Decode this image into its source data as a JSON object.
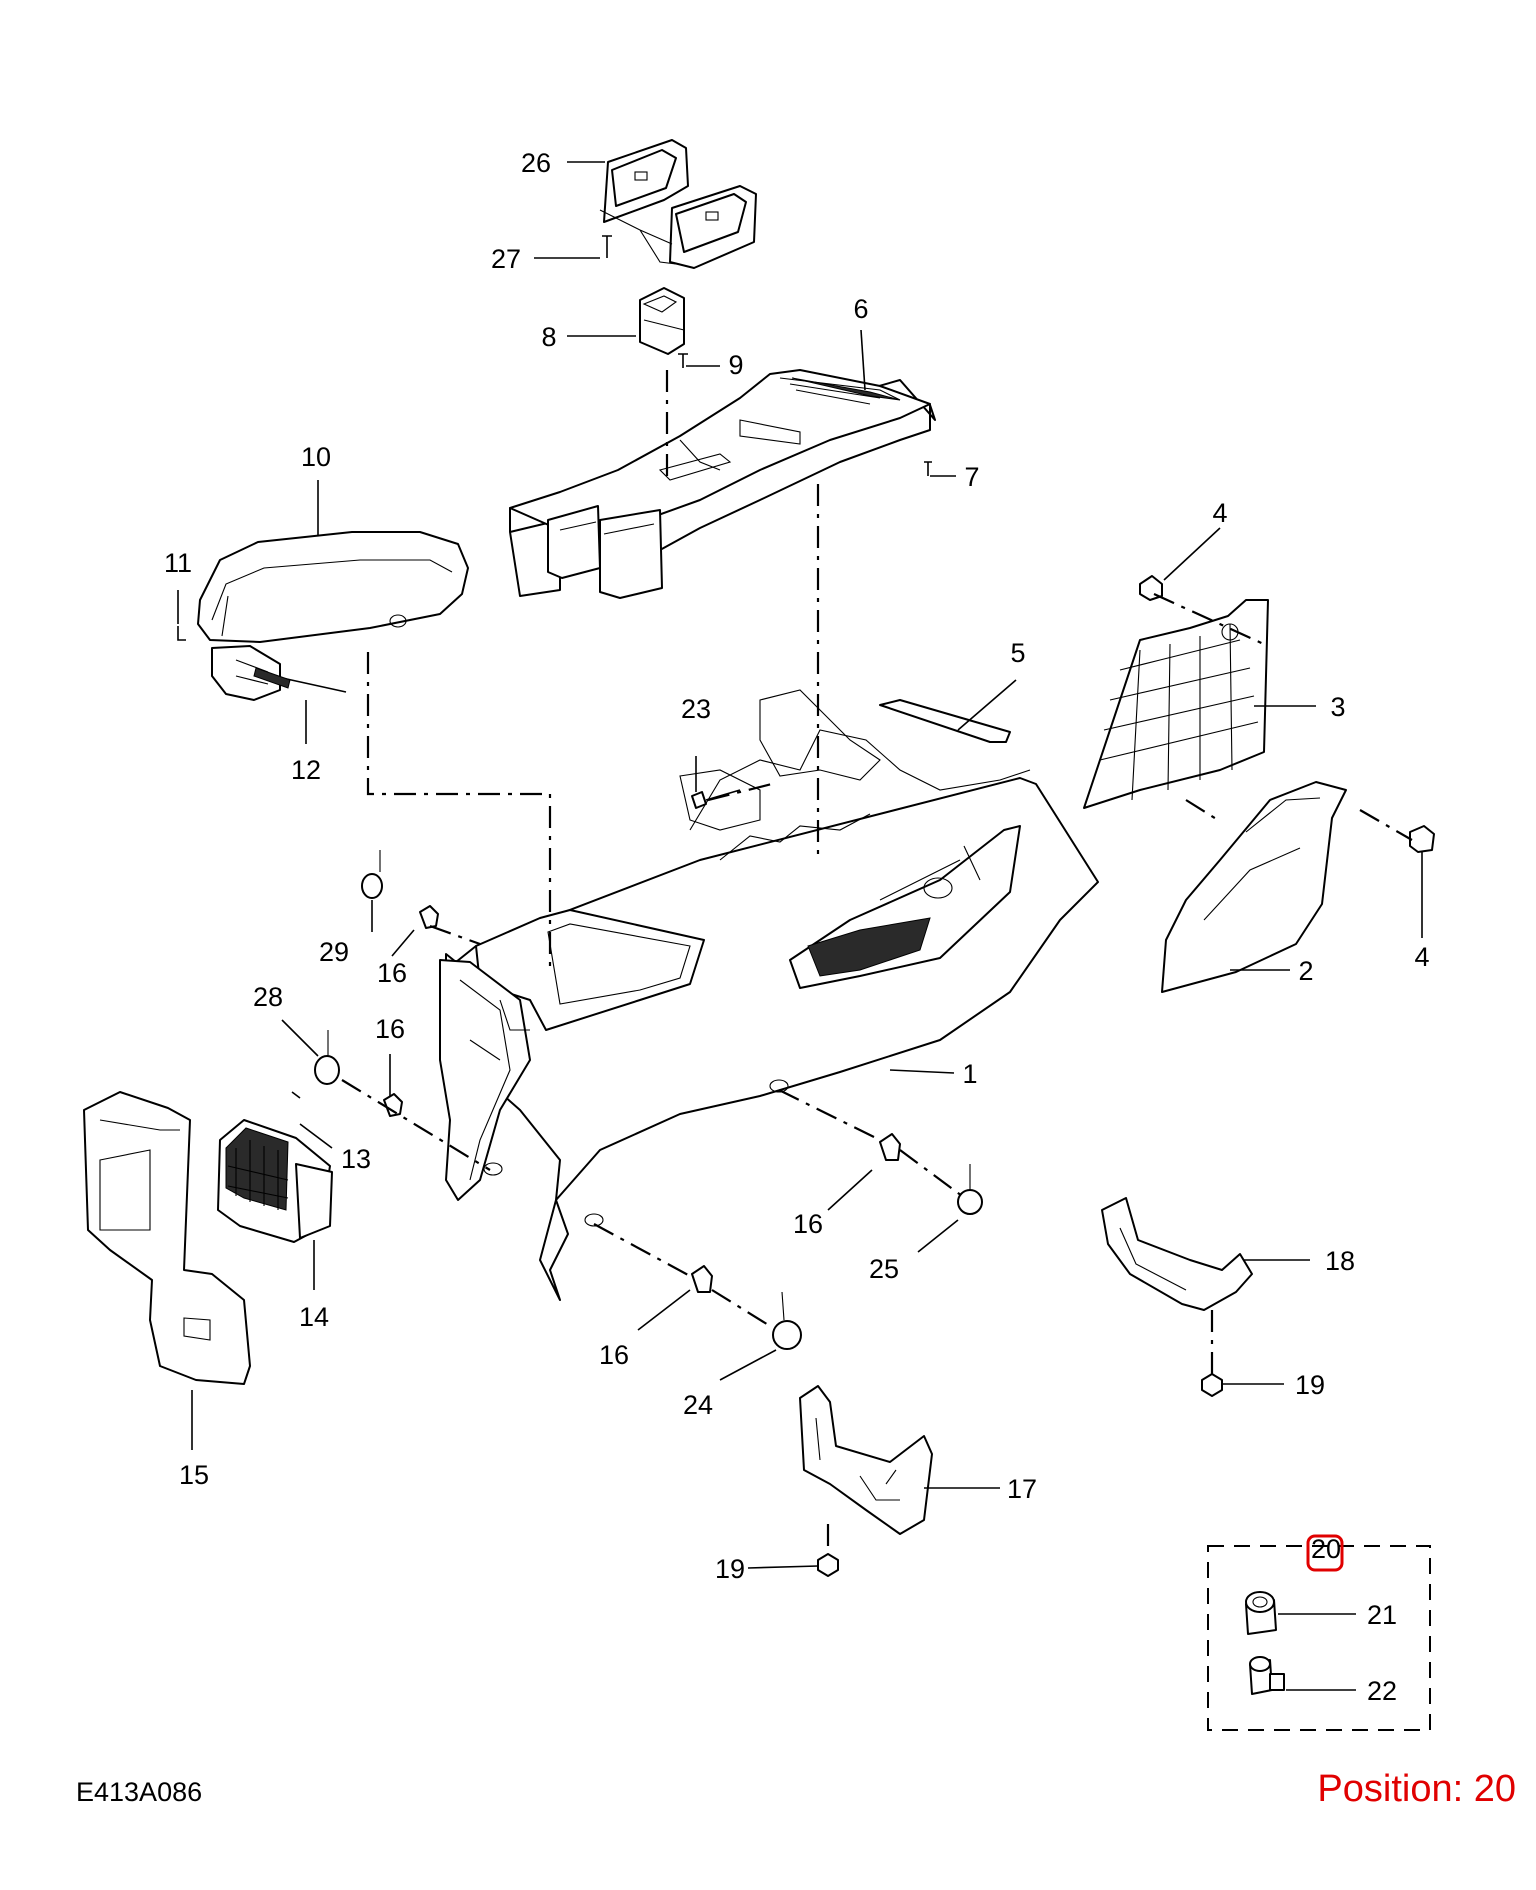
{
  "diagram": {
    "code": "E413A086",
    "position_label": "Position: 20",
    "highlight_color": "#e00000",
    "selected_callout": "20",
    "callouts": [
      "1",
      "2",
      "3",
      "4",
      "4",
      "5",
      "6",
      "7",
      "8",
      "9",
      "10",
      "11",
      "12",
      "13",
      "14",
      "15",
      "16",
      "16",
      "16",
      "16",
      "17",
      "18",
      "19",
      "19",
      "20",
      "21",
      "22",
      "23",
      "24",
      "25",
      "26",
      "27",
      "28",
      "29"
    ]
  }
}
